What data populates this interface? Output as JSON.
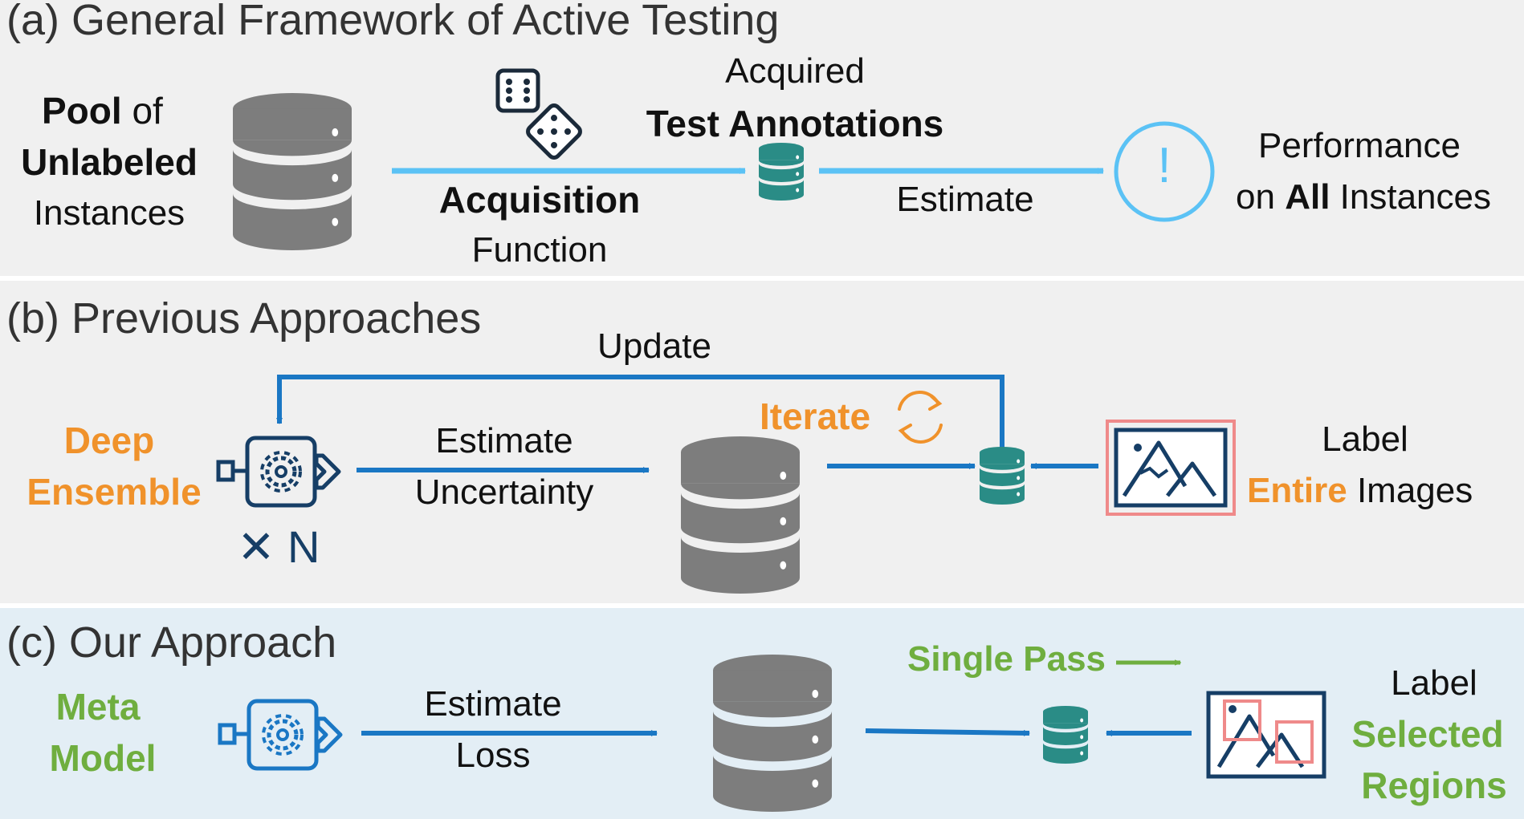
{
  "panel_a": {
    "title": "(a) General Framework of Active Testing",
    "pool_1": "Pool",
    "pool_2": "of",
    "pool_3": "Unlabeled",
    "pool_4": "Instances",
    "acq_1": "Acquisition",
    "acq_2": "Function",
    "acquired": "Acquired",
    "test_annotations": "Test Annotations",
    "estimate": "Estimate",
    "perf_1": "Performance",
    "perf_2a": "on",
    "perf_2b": "All",
    "perf_2c": "Instances",
    "exclaim": "!"
  },
  "panel_b": {
    "title": "(b) Previous Approaches",
    "update": "Update",
    "deep": "Deep",
    "ensemble": "Ensemble",
    "times_n": "✕ N",
    "estimate": "Estimate",
    "uncertainty": "Uncertainty",
    "iterate": "Iterate",
    "label": "Label",
    "entire": "Entire",
    "images": "Images"
  },
  "panel_c": {
    "title": "(c) Our Approach",
    "meta": "Meta",
    "model": "Model",
    "estimate": "Estimate",
    "loss": "Loss",
    "single_pass": "Single Pass",
    "label": "Label",
    "selected": "Selected",
    "regions": "Regions"
  },
  "colors": {
    "light_blue": "#5bc2f5",
    "blue": "#1a77c4",
    "teal": "#2a8c86",
    "gray": "#7d7d7d",
    "orange": "#f0922b",
    "green": "#6fae3f",
    "navy": "#163e66",
    "pink": "#ef8a8a"
  },
  "icons": [
    "database-icon",
    "dice-icon",
    "alert-circle-icon",
    "model-gear-icon",
    "refresh-icon",
    "image-icon"
  ]
}
